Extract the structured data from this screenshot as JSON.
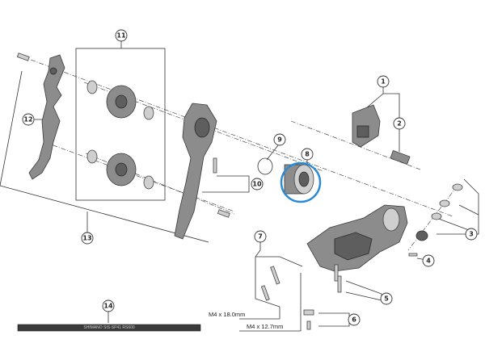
{
  "callouts": {
    "c1": "1",
    "c2": "2",
    "c3": "3",
    "c4": "4",
    "c5": "5",
    "c6": "6",
    "c7": "7",
    "c8": "8",
    "c9": "9",
    "c10": "10",
    "c11": "11",
    "c12": "12",
    "c13": "13",
    "c14": "14"
  },
  "specs": {
    "screw_long": "M4 x 18.0mm",
    "screw_short": "M4 x 12.7mm"
  },
  "cable_housing_text": "SHIMANO SIS-SP41 RS600",
  "highlight_color": "#2a8ad6"
}
